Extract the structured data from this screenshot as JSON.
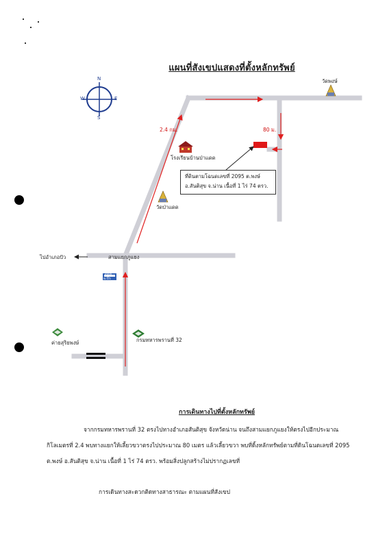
{
  "title": "แผนที่สังเขปแสดงที่ตั้งหลักทรัพย์",
  "compass": {
    "n": "N",
    "s": "S",
    "e": "E",
    "w": "W"
  },
  "places": {
    "wat_phong": "วัดพงษ์",
    "school": "โรงเรียนบ้านป่าแดด",
    "wat_pa_daet": "วัดป่าแดด",
    "intersection": "สามแยกภูแยง",
    "to_pua": "ไปอำเภอปัว",
    "sign_top": "2000",
    "sign_bottom": "อ.ปัว",
    "camp": "ค่ายสุริยพงษ์",
    "battalion": "กรมทหารพรานที่ 32"
  },
  "distances": {
    "first": "2.4 กม.",
    "second": "80 ม."
  },
  "callout": {
    "line1": "ที่ดินตามโฉนดเลขที่  2095  ต.พงษ์",
    "line2": "อ.สันติสุข จ.น่าน  เนื้อที่   1 ไร่  74  ตรว."
  },
  "route_title": "การเดินทางไปที่ตั้งหลักทรัพย์",
  "route_paragraph": "จากกรมทหารพรานที่ 32  ตรงไปทางอำเภอสันติสุข  จังหวัดน่าน  จนถึงสามแยกภูแยงให้ตรงไปอีกประมาณกิโลเมตรที่ 2.4  พบทางแยกให้เลี้ยวขวาตรงไปประมาณ  80 เมตร  แล้วเลี้ยวขวา  พบที่ดิ้งหลักทรัพย์ตามที่ดินโฉนดเลขที่  2095   ต.พงษ์  อ.สันติสุข จ.น่าน เนื้อที่   1  ไร่  74  ตรว.   พร้อมสิ่งปลูกสร้างไม่ปรากฏเลขที่",
  "note": "การเดินทางสะดวกติดทางสาธารณะ    ตามแผนที่สังเขป",
  "colors": {
    "road": "#cfcfd6",
    "arrow": "#e02020",
    "plot": "#e01818"
  }
}
